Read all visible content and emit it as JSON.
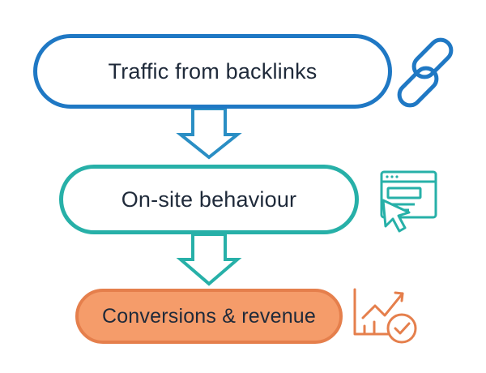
{
  "steps": [
    {
      "label": "Traffic from backlinks",
      "icon": "chain-link-icon",
      "color": "#1f78c4"
    },
    {
      "label": "On-site behaviour",
      "icon": "browser-cursor-icon",
      "color": "#27b0a8"
    },
    {
      "label": "Conversions & revenue",
      "icon": "growth-chart-check-icon",
      "color": "#e57f4c",
      "fill": "#f59c6a"
    }
  ]
}
